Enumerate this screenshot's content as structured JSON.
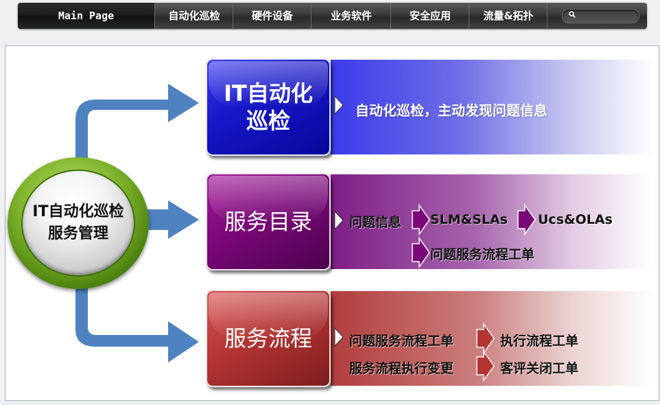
{
  "nav": {
    "home": "Main Page",
    "items": [
      "自动化巡检",
      "硬件设备",
      "业务软件",
      "安全应用",
      "流量&拓扑"
    ],
    "search_value": ""
  },
  "hub": {
    "line1": "IT自动化巡检",
    "line2": "服务管理"
  },
  "sections": {
    "auto": {
      "title_line1": "IT自动化",
      "title_line2": "巡检",
      "description": "自动化巡检，主动发现问题信息"
    },
    "catalog": {
      "title": "服务目录",
      "flow1": [
        "问题信息",
        "SLM&SLAs",
        "Ucs&OLAs"
      ],
      "flow2": "问题服务流程工单"
    },
    "process": {
      "title": "服务流程",
      "row1": [
        "问题服务流程工单",
        "执行流程工单"
      ],
      "row2": [
        "服务流程执行变更",
        "客评关闭工单"
      ]
    }
  },
  "colors": {
    "auto": "#1717c8",
    "catalog": "#7a0778",
    "process": "#b43434",
    "hub_ring": "#7fb32b",
    "connector": "#4f82c0"
  }
}
